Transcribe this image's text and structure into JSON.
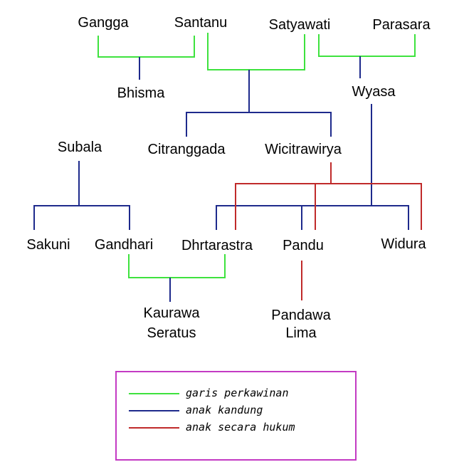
{
  "colors": {
    "marriage": "#3ee23e",
    "biological": "#1e2a8c",
    "legal": "#c02a2a",
    "legend_border": "#c33ac3"
  },
  "people": {
    "gangga": "Gangga",
    "santanu": "Santanu",
    "satyawati": "Satyawati",
    "parasara": "Parasara",
    "bhisma": "Bhisma",
    "wyasa": "Wyasa",
    "subala": "Subala",
    "citranggada": "Citranggada",
    "wicitrawirya": "Wicitrawirya",
    "sakuni": "Sakuni",
    "gandhari": "Gandhari",
    "dhrtarastra": "Dhrtarastra",
    "pandu": "Pandu",
    "widura": "Widura",
    "kaurawa_line1": "Kaurawa",
    "kaurawa_line2": "Seratus",
    "pandawa_line1": "Pandawa",
    "pandawa_line2": "Lima"
  },
  "legend": {
    "marriage": "garis perkawinan",
    "biological": "anak kandung",
    "legal": "anak secara hukum"
  }
}
